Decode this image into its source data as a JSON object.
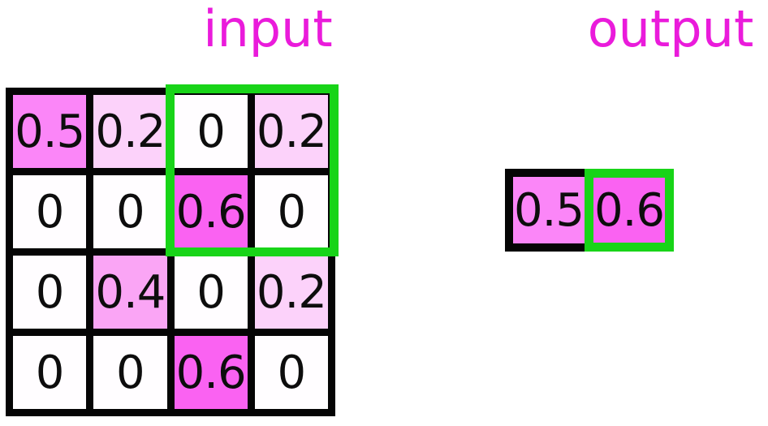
{
  "figure": {
    "colors": {
      "title": "#ea1bdb",
      "grid_line": "#050505",
      "highlight": "#18d418",
      "value_text": "#0d0d0d",
      "background": "#ffffff"
    },
    "input": {
      "title": "input",
      "rows": 4,
      "cols": 4,
      "cells": [
        {
          "label": "0.5",
          "value": 0.5,
          "fill": "#fb86f8"
        },
        {
          "label": "0.2",
          "value": 0.2,
          "fill": "#fcd2fa"
        },
        {
          "label": "0",
          "value": 0,
          "fill": "#fffdff"
        },
        {
          "label": "0.2",
          "value": 0.2,
          "fill": "#fcd2fa"
        },
        {
          "label": "0",
          "value": 0,
          "fill": "#fffdff"
        },
        {
          "label": "0",
          "value": 0,
          "fill": "#fffdff"
        },
        {
          "label": "0.6",
          "value": 0.6,
          "fill": "#fa62f2"
        },
        {
          "label": "0",
          "value": 0,
          "fill": "#fffdff"
        },
        {
          "label": "0",
          "value": 0,
          "fill": "#fffdff"
        },
        {
          "label": "0.4",
          "value": 0.4,
          "fill": "#faa5f5"
        },
        {
          "label": "0",
          "value": 0,
          "fill": "#fffdff"
        },
        {
          "label": "0.2",
          "value": 0.2,
          "fill": "#fcd2fa"
        },
        {
          "label": "0",
          "value": 0,
          "fill": "#fffdff"
        },
        {
          "label": "0",
          "value": 0,
          "fill": "#fffdff"
        },
        {
          "label": "0.6",
          "value": 0.6,
          "fill": "#fa62f2"
        },
        {
          "label": "0",
          "value": 0,
          "fill": "#fffdff"
        }
      ],
      "highlight_window": {
        "row_start": 0,
        "row_end": 1,
        "col_start": 2,
        "col_end": 3
      }
    },
    "output": {
      "title": "output",
      "cells": [
        {
          "label": "0.5",
          "value": 0.5,
          "fill": "#fb86f8",
          "border": "black"
        },
        {
          "label": "0.6",
          "value": 0.6,
          "fill": "#fa62f2",
          "border": "green"
        }
      ]
    }
  }
}
